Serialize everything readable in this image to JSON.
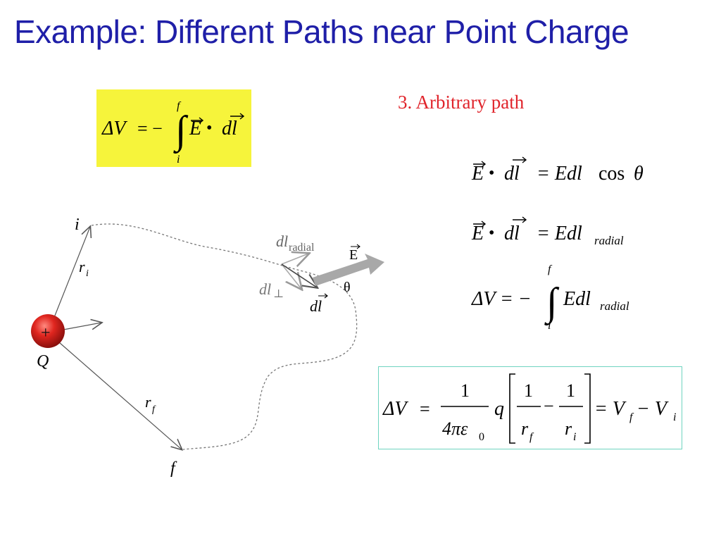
{
  "title": "Example: Different Paths near Point Charge",
  "subtitle": "3. Arbitrary path",
  "colors": {
    "title": "#1f1fa8",
    "subtitle": "#e0242b",
    "highlight": "#f6f43b",
    "result_border": "#6fd4c0",
    "charge": "#d4231f",
    "field_arrow": "#a8a8a8"
  },
  "formula_top": {
    "delta_v": "ΔV",
    "eq": "= −",
    "upper": "f",
    "lower": "i",
    "E": "E",
    "dot": "•",
    "dl": "dl"
  },
  "equations": {
    "eq1": {
      "E": "E",
      "dot": "•",
      "dl": "dl",
      "rhs": "= Edl",
      "cos": "cos",
      "theta": "θ"
    },
    "eq2": {
      "E": "E",
      "dot": "•",
      "dl": "dl",
      "rhs": "= Edl",
      "sub": "radial"
    },
    "eq3": {
      "lhs": "ΔV = −",
      "upper": "f",
      "lower": "i",
      "rhs": "Edl",
      "sub": "radial"
    }
  },
  "result": {
    "lhs": "ΔV",
    "eq": "=",
    "num": "1",
    "den": "4πε",
    "den_sub": "0",
    "q": "q",
    "frac1_num": "1",
    "frac1_den": "r",
    "frac1_den_sub": "f",
    "minus": "−",
    "frac2_num": "1",
    "frac2_den": "r",
    "frac2_den_sub": "i",
    "eq2": "= V",
    "vf_sub": "f",
    "minus2": " − V",
    "vi_sub": "i"
  },
  "diagram": {
    "label_i": "i",
    "label_f": "f",
    "label_ri": "r",
    "label_ri_sub": "i",
    "label_rf": "r",
    "label_rf_sub": "f",
    "label_Q": "Q",
    "charge_sign": "+",
    "label_dl_radial": "dl",
    "label_dl_radial_sub": "radial",
    "label_dl_perp": "dl",
    "label_dl_perp_sub": "⊥",
    "label_dl": "dl",
    "label_E": "E",
    "label_theta": "θ"
  }
}
